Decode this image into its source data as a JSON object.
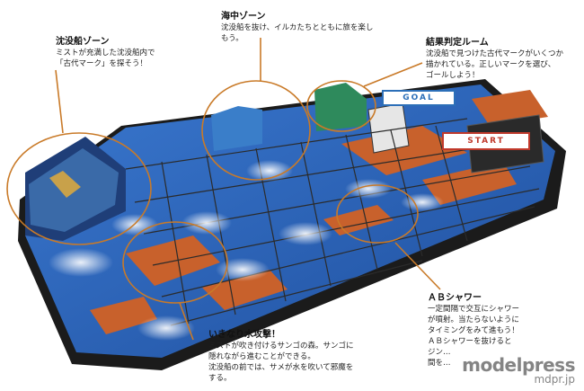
{
  "zones": [
    {
      "id": "shipwreck",
      "title": "沈没船ゾーン",
      "lines": [
        "ミストが充満した沈没船内で",
        "「古代マーク」を探そう！"
      ]
    },
    {
      "id": "sea",
      "title": "海中ゾーン",
      "lines": [
        "沈没船を抜け、イルカたちとともに旅を楽し",
        "もう。"
      ]
    },
    {
      "id": "judge",
      "title": "結果判定ルーム",
      "lines": [
        "沈没船で見つけた古代マークがいくつか",
        "描かれている。正しいマークを選び、",
        "ゴールしよう！"
      ]
    },
    {
      "id": "shower",
      "title": "ＡＢシャワー",
      "lines": [
        "一定間隔で交互にシャワー",
        "が噴射。当たらないように",
        "タイミングをみて進もう！",
        "ＡＢシャワーを抜けると",
        "ジン…",
        "間を…"
      ]
    },
    {
      "id": "coral",
      "title": "いきなり水攻撃！",
      "lines": [
        "ミストが吹き付けるサンゴの森。サンゴに",
        "隠れながら進むことができる。",
        "沈没船の前では、サメが水を吹いて邪魔を",
        "する。"
      ]
    }
  ],
  "markers": {
    "goal": "GOAL",
    "start": "START"
  },
  "colors": {
    "wall": "#2b2b2b",
    "floor_blue": "#2f62b8",
    "floor_orange": "#c8612c",
    "leader": "#c97a28",
    "goal_border": "#2c6fb8",
    "start_border": "#c0392b"
  },
  "watermark": {
    "line1": "modelpress",
    "line2": "mdpr.jp"
  }
}
